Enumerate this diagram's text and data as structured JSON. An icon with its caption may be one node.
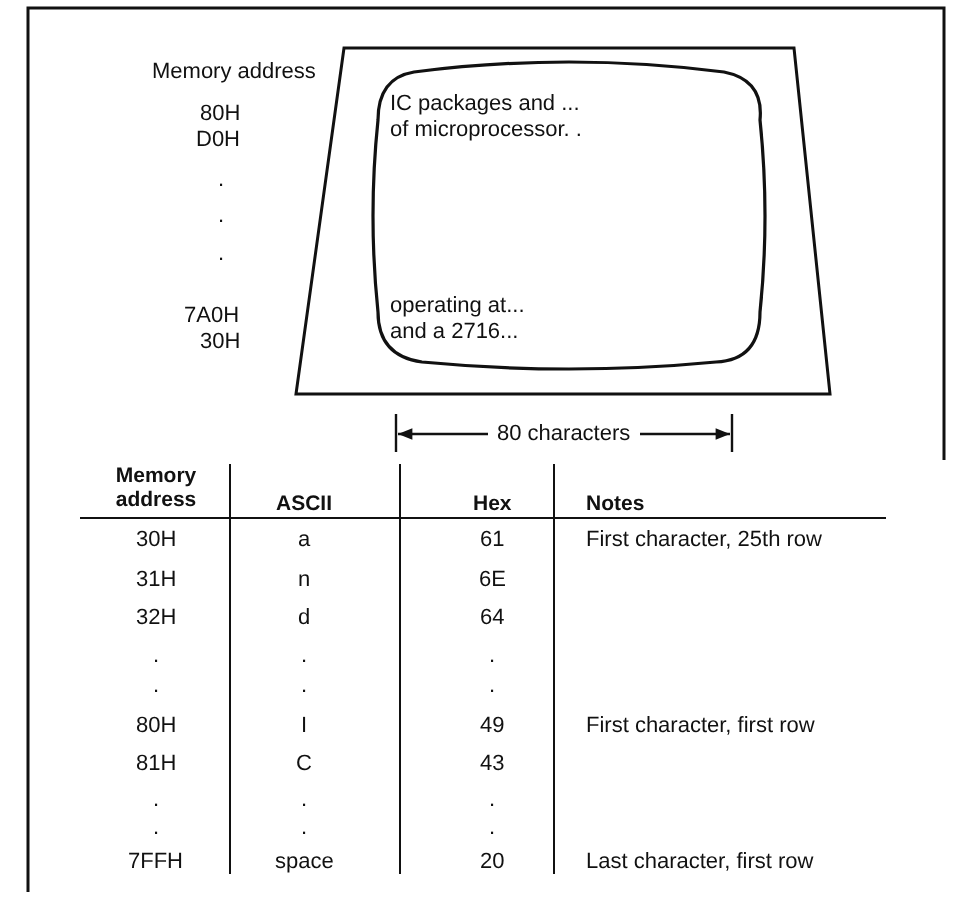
{
  "diagram": {
    "nodes": [
      {
        "text": [
          "IC packages and ...",
          "of microprocessor. .",
          "operating at...",
          "and a 2716..."
        ]
      }
    ],
    "labels": [
      "Memory address",
      "80H",
      "D0H",
      ".",
      ".",
      ".",
      "7A0H",
      "30H",
      "80 characters",
      "Memory address",
      "ASCII",
      "Hex",
      "Notes",
      "30H",
      "a",
      "61",
      "First character, 25th row",
      "31H",
      "n",
      "6E",
      "32H",
      "d",
      "64",
      ".",
      ".",
      ".",
      ".",
      ".",
      ".",
      "80H",
      "I",
      "49",
      "First character, first row",
      "81H",
      "C",
      "43",
      ".",
      ".",
      ".",
      ".",
      ".",
      ".",
      "7FFH",
      "space",
      "20",
      "Last character, first row"
    ]
  }
}
